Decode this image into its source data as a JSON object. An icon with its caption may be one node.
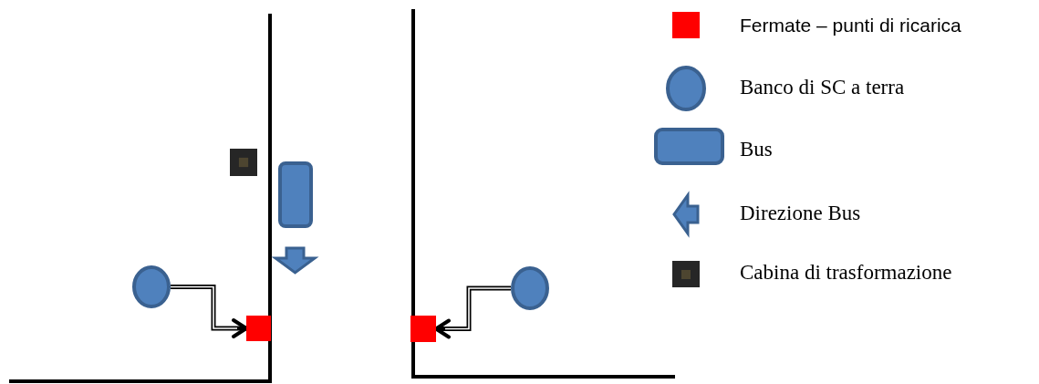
{
  "diagram": {
    "nodes": [
      {
        "text": [],
        "shape": "box"
      },
      {
        "text": [],
        "shape": "box"
      },
      {
        "text": [],
        "shape": "circle"
      },
      {
        "text": [],
        "shape": "box"
      },
      {
        "text": [],
        "shape": "box"
      },
      {
        "text": [],
        "shape": "circle"
      }
    ],
    "edges": [
      {
        "from": 2,
        "to": 3,
        "arrow": "to"
      },
      {
        "from": 5,
        "to": 4,
        "arrow": "to"
      }
    ],
    "legend": [
      {
        "text": "Fermate – punti di ricarica",
        "color": "#ff0000"
      },
      {
        "text": "Banco di SC a terra"
      },
      {
        "text": "Bus"
      },
      {
        "text": "Direzione Bus"
      },
      {
        "text": "Cabina di trasformazione"
      }
    ]
  }
}
